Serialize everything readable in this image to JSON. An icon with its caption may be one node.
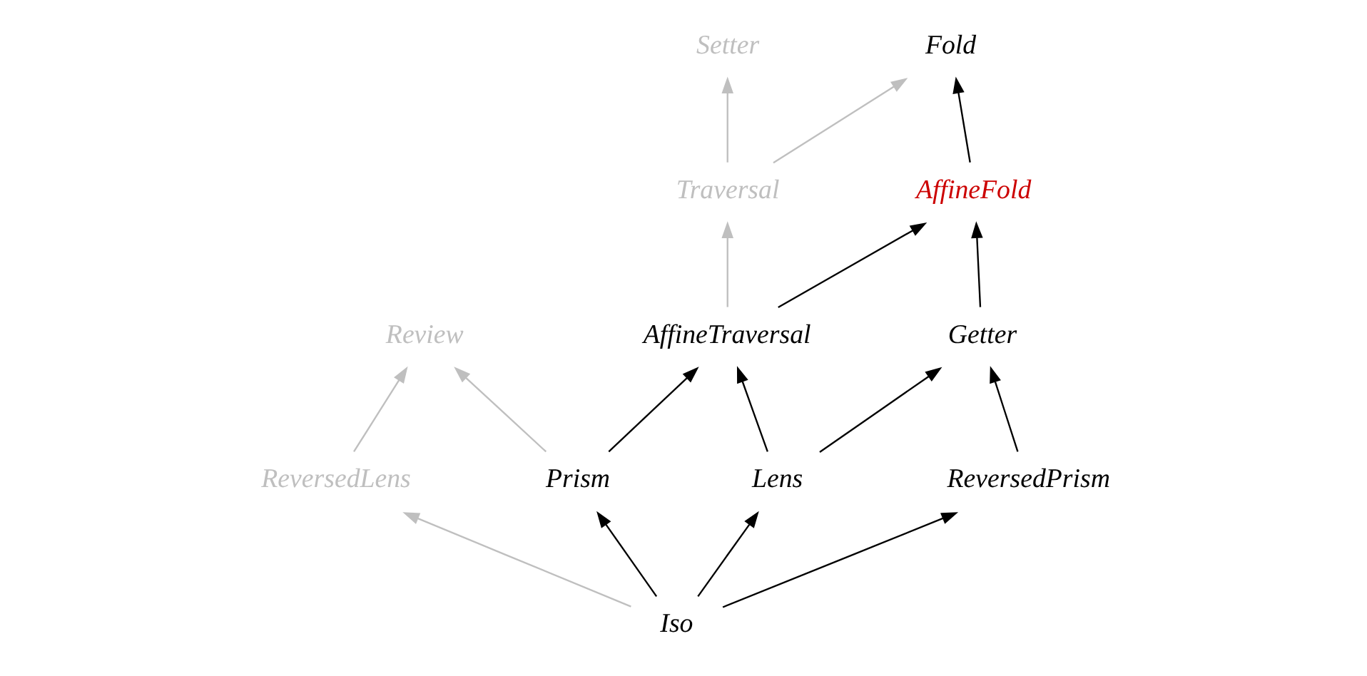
{
  "diagram": {
    "nodes": [
      {
        "text": [
          "Setter"
        ]
      },
      {
        "text": [
          "Fold"
        ]
      },
      {
        "text": [
          "Traversal"
        ]
      },
      {
        "text": [
          "AffineFold"
        ]
      },
      {
        "text": [
          "Review"
        ]
      },
      {
        "text": [
          "AffineTraversal"
        ]
      },
      {
        "text": [
          "Getter"
        ]
      },
      {
        "text": [
          "ReversedLens"
        ]
      },
      {
        "text": [
          "Prism"
        ]
      },
      {
        "text": [
          "Lens"
        ]
      },
      {
        "text": [
          "ReversedPrism"
        ]
      },
      {
        "text": [
          "Iso"
        ]
      }
    ],
    "edges": [
      {
        "from": 2,
        "to": 0,
        "arrow": "to",
        "color": "#bfbfbf"
      },
      {
        "from": 2,
        "to": 1,
        "arrow": "to",
        "color": "#bfbfbf"
      },
      {
        "from": 3,
        "to": 1,
        "arrow": "to"
      },
      {
        "from": 5,
        "to": 2,
        "arrow": "to",
        "color": "#bfbfbf"
      },
      {
        "from": 5,
        "to": 3,
        "arrow": "to"
      },
      {
        "from": 6,
        "to": 3,
        "arrow": "to"
      },
      {
        "from": 7,
        "to": 4,
        "arrow": "to",
        "color": "#bfbfbf"
      },
      {
        "from": 8,
        "to": 4,
        "arrow": "to",
        "color": "#bfbfbf"
      },
      {
        "from": 8,
        "to": 5,
        "arrow": "to"
      },
      {
        "from": 9,
        "to": 5,
        "arrow": "to"
      },
      {
        "from": 9,
        "to": 6,
        "arrow": "to"
      },
      {
        "from": 10,
        "to": 6,
        "arrow": "to"
      },
      {
        "from": 11,
        "to": 7,
        "arrow": "to",
        "color": "#bfbfbf"
      },
      {
        "from": 11,
        "to": 8,
        "arrow": "to"
      },
      {
        "from": 11,
        "to": 9,
        "arrow": "to"
      },
      {
        "from": 11,
        "to": 10,
        "arrow": "to"
      }
    ]
  }
}
